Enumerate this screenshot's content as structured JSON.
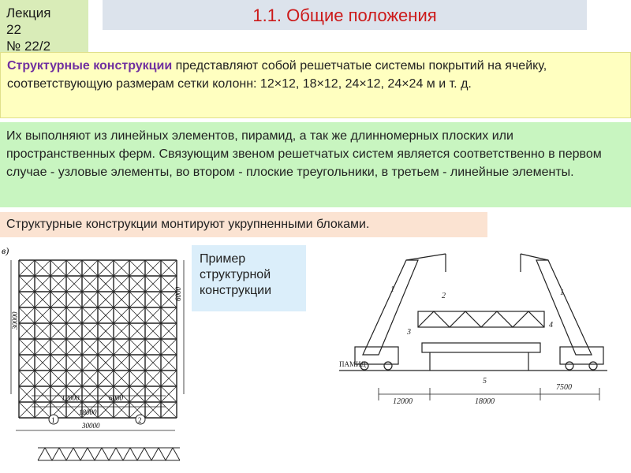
{
  "lecture": {
    "line1": "Лекция",
    "line2": "22",
    "line3": "№ 22/2"
  },
  "title": "1.1. Общие положения",
  "paragraph1": {
    "term": "Структурные конструкции",
    "text": " представляют собой решетчатые системы покрытий на ячейку, соответствующую размерам сетки колонн: 12×12, 18×12, 24×12, 24×24 м и т. д."
  },
  "paragraph2": "Их выполняют из линейных элементов, пирамид, а так же длинномерных плоских или пространственных ферм. Связующим звеном решетчатых систем является соответственно в первом случае - узловые элементы, во втором - плоские треугольники, в третьем - линейные элементы.",
  "paragraph3": "Структурные конструкции монтируют укрупненными блоками.",
  "example_label": "Пример структурной конструкции",
  "figure_left": {
    "label": "в)",
    "dim_vertical_left": "30000",
    "dim_vertical_right": "6000",
    "dim_bottom_1": "12000",
    "dim_bottom_2": "6000",
    "dim_bottom_3": "18000",
    "dim_bottom_4": "30000",
    "marks": [
      "1",
      "2"
    ]
  },
  "figure_right": {
    "marks": [
      "1",
      "2",
      "3",
      "4",
      "5",
      "1"
    ],
    "pamid_label": "ПАМИД",
    "dim_left": "12000",
    "dim_mid": "18000",
    "dim_right": "7500"
  }
}
